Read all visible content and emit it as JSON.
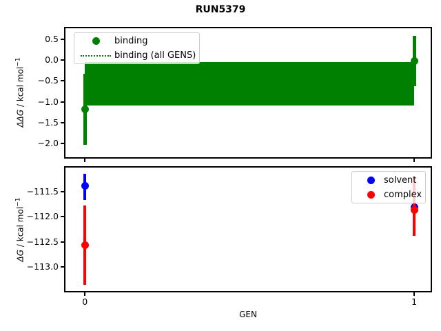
{
  "figure": {
    "title": "RUN5379",
    "background": "#ffffff"
  },
  "chart_data": [
    {
      "type": "scatter",
      "subplot": "binding-free-energy-difference",
      "ylabel": {
        "sym": "ΔΔ",
        "var": "G",
        "unit": " / kcal mol",
        "sup": "−1"
      },
      "ylim": [
        -2.33,
        0.76
      ],
      "xlim": [
        -0.059,
        1.05
      ],
      "grid": false,
      "yticks": [
        0.5,
        0.0,
        -0.5,
        -1.0,
        -1.5,
        -2.0
      ],
      "yticklabels": [
        "0.5",
        "0.0",
        "−0.5",
        "−1.0",
        "−1.5",
        "−2.0"
      ],
      "xticks": [
        0,
        1
      ],
      "xticklabels": [
        "",
        ""
      ],
      "series": [
        {
          "name": "binding",
          "color": "#008000",
          "marker": "circle",
          "points": [
            {
              "x": 0,
              "y": -1.18,
              "err_lo": -2.03,
              "err_hi": -0.33
            },
            {
              "x": 1,
              "y": -0.03,
              "err_lo": -0.63,
              "err_hi": 0.57
            }
          ]
        }
      ],
      "band": {
        "name": "binding (all GENS)",
        "color": "#008000",
        "x_start": 0,
        "x_end": 1,
        "y_lo": -1.09,
        "y_hi": -0.05,
        "center": -0.57,
        "center_line_style": "dotted"
      },
      "legend": {
        "position": "upper left",
        "items": [
          {
            "label": "binding",
            "marker": "dot",
            "color": "#008000"
          },
          {
            "label": "binding (all GENS)",
            "marker": "dotted-line",
            "color": "#008000"
          }
        ]
      }
    },
    {
      "type": "scatter",
      "subplot": "phase-free-energies",
      "xlabel": "GEN",
      "ylabel": {
        "sym": "Δ",
        "var": "G",
        "unit": " / kcal mol",
        "sup": "−1"
      },
      "ylim": [
        -113.48,
        -111.02
      ],
      "xlim": [
        -0.059,
        1.05
      ],
      "grid": false,
      "yticks": [
        -111.5,
        -112.0,
        -112.5,
        -113.0
      ],
      "yticklabels": [
        "−111.5",
        "−112.0",
        "−112.5",
        "−113.0"
      ],
      "xticks": [
        0,
        1
      ],
      "xticklabels": [
        "0",
        "1"
      ],
      "series": [
        {
          "name": "solvent",
          "color": "#0000ff",
          "marker": "circle",
          "points": [
            {
              "x": 0,
              "y": -111.39,
              "err_lo": -111.66,
              "err_hi": -111.14
            },
            {
              "x": 1,
              "y": -111.81,
              "err_lo": -112.01,
              "err_hi": -111.61
            }
          ]
        },
        {
          "name": "complex",
          "color": "#ff0000",
          "marker": "circle",
          "points": [
            {
              "x": 0,
              "y": -112.56,
              "err_lo": -113.35,
              "err_hi": -111.77
            },
            {
              "x": 1,
              "y": -111.86,
              "err_lo": -112.38,
              "err_hi": -111.2
            }
          ]
        }
      ],
      "legend": {
        "position": "upper right",
        "items": [
          {
            "label": "solvent",
            "marker": "dot",
            "color": "#0000ff"
          },
          {
            "label": "complex",
            "marker": "dot",
            "color": "#ff0000"
          }
        ]
      }
    }
  ]
}
